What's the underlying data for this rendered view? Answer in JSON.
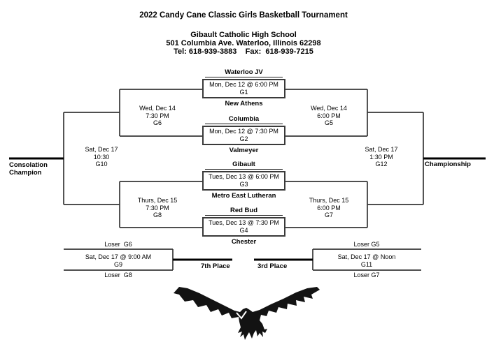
{
  "header": {
    "title": "2022 Candy Cane Classic Girls Basketball Tournament",
    "school": "Gibault Catholic High School",
    "address": "501 Columbia Ave. Waterloo, Illinois 62298",
    "contact": "Tel: 618-939-3883    Fax:  618-939-7215"
  },
  "bracket": {
    "round1": [
      {
        "top_team": "Waterloo JV",
        "schedule": "Mon, Dec 12 @ 6:00 PM",
        "game": "G1",
        "bottom_team": "New Athens"
      },
      {
        "top_team": "Columbia",
        "schedule": "Mon, Dec 12 @ 7:30 PM",
        "game": "G2",
        "bottom_team": "Valmeyer"
      },
      {
        "top_team": "Gibault",
        "schedule": "Tues, Dec 13 @ 6:00 PM",
        "game": "G3",
        "bottom_team": "Metro East Lutheran"
      },
      {
        "top_team": "Red Bud",
        "schedule": "Tues, Dec 13 @ 7:30 PM",
        "game": "G4",
        "bottom_team": "Chester"
      }
    ],
    "round2": {
      "g6": {
        "date": "Wed, Dec 14",
        "time": "7:30 PM",
        "game": "G6"
      },
      "g5": {
        "date": "Wed, Dec 14",
        "time": "6:00 PM",
        "game": "G5"
      },
      "g8": {
        "date": "Thurs, Dec 15",
        "time": "7:30 PM",
        "game": "G8"
      },
      "g7": {
        "date": "Thurs, Dec 15",
        "time": "6:00 PM",
        "game": "G7"
      }
    },
    "finals": {
      "g10": {
        "date": "Sat, Dec 17",
        "time": "10:30",
        "game": "G10"
      },
      "g12": {
        "date": "Sat, Dec 17",
        "time": "1:30 PM",
        "game": "G12"
      },
      "consolation_line1": "Consolation",
      "consolation_line2": "Champion",
      "championship_label": "Championship"
    },
    "placement": {
      "seventh": {
        "top_feed": "Loser  G6",
        "schedule": "Sat, Dec 17 @ 9:00 AM",
        "game": "G9",
        "bottom_feed": "Loser  G8",
        "label": "7th Place"
      },
      "third": {
        "top_feed": "Loser G5",
        "schedule": "Sat, Dec 17 @ Noon",
        "game": "G11",
        "bottom_feed": "Loser G7",
        "label": "3rd Place"
      }
    }
  },
  "logo": {
    "icon": "eagle-icon"
  },
  "colors": {
    "line": "#363636",
    "thick_line": "#000000",
    "text": "#000000",
    "background": "#ffffff"
  }
}
